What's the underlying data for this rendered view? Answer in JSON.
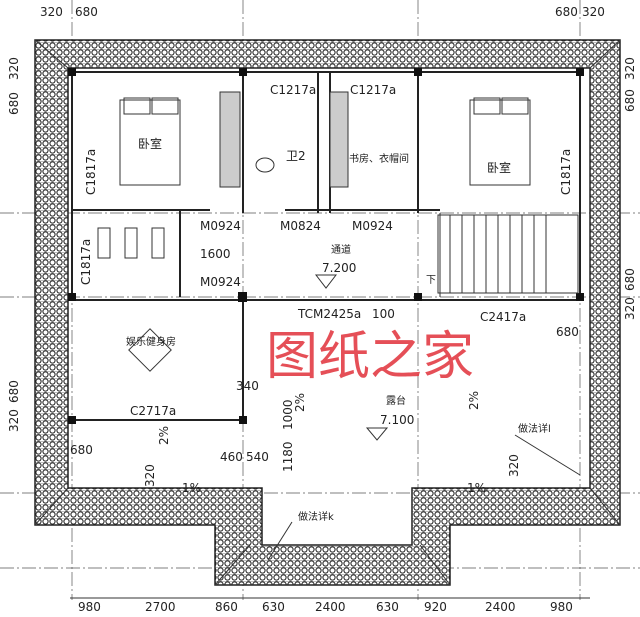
{
  "watermark": "图纸之家",
  "dimensions": {
    "top_left": [
      "320",
      "680"
    ],
    "top_right": [
      "680",
      "320"
    ],
    "left_upper": [
      "320",
      "680"
    ],
    "left_lower": [
      "320",
      "680"
    ],
    "right_mid": [
      "320",
      "680"
    ],
    "bottom": [
      "980",
      "2700",
      "860",
      "630",
      "2400",
      "630",
      "920",
      "2400",
      "980"
    ],
    "inner": {
      "corridor_width": "1600",
      "step_340": "340",
      "d1000": "1000",
      "d1180": "1180",
      "d460": "460",
      "d540": "540",
      "d680_left": "680",
      "d680_right": "680",
      "d320_left": "320",
      "d320_right": "320",
      "offset_100": "100"
    }
  },
  "rooms": {
    "bedroom_left": "卧室",
    "bedroom_right": "卧室",
    "bathroom": "卫2",
    "study": "书房、衣帽间",
    "corridor": "通道",
    "corridor_level": "7.200",
    "stair_down": "下",
    "gym": "娱乐健身房",
    "terrace": "露台",
    "terrace_level": "7.100"
  },
  "openings": {
    "window_bath": "C1217a",
    "window_study": "C1217a",
    "window_bed_left": "C1817a",
    "window_bed_right": "C1817a",
    "window_gym_side": "C1817a",
    "door_bed_left": "M0924",
    "door_bath": "M0824",
    "door_study": "M0924",
    "door_gym": "M0924",
    "door_terrace": "TCM2425a",
    "window_stair": "C2417a",
    "window_gym": "C2717a"
  },
  "slopes": [
    "2%",
    "2%",
    "2%",
    "1%",
    "1%"
  ],
  "notes": {
    "detail_k": "做法详k",
    "detail_l": "做法详l"
  }
}
